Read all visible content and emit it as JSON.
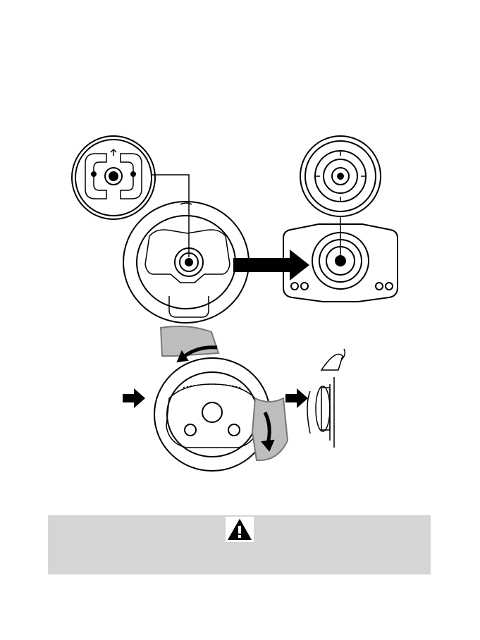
{
  "document": {
    "illustrations": [
      {
        "subject": "steering-wheel-rear-view-with-quick-release-hub"
      },
      {
        "subject": "wheel-base-front-view-with-mounting-hub"
      },
      {
        "subject": "hands-rotating-wheel-to-lock"
      },
      {
        "subject": "side-view-of-quick-release-lock"
      }
    ],
    "warning": {
      "icon": "warning-triangle-icon",
      "background_color": "#d5d5d5"
    }
  }
}
